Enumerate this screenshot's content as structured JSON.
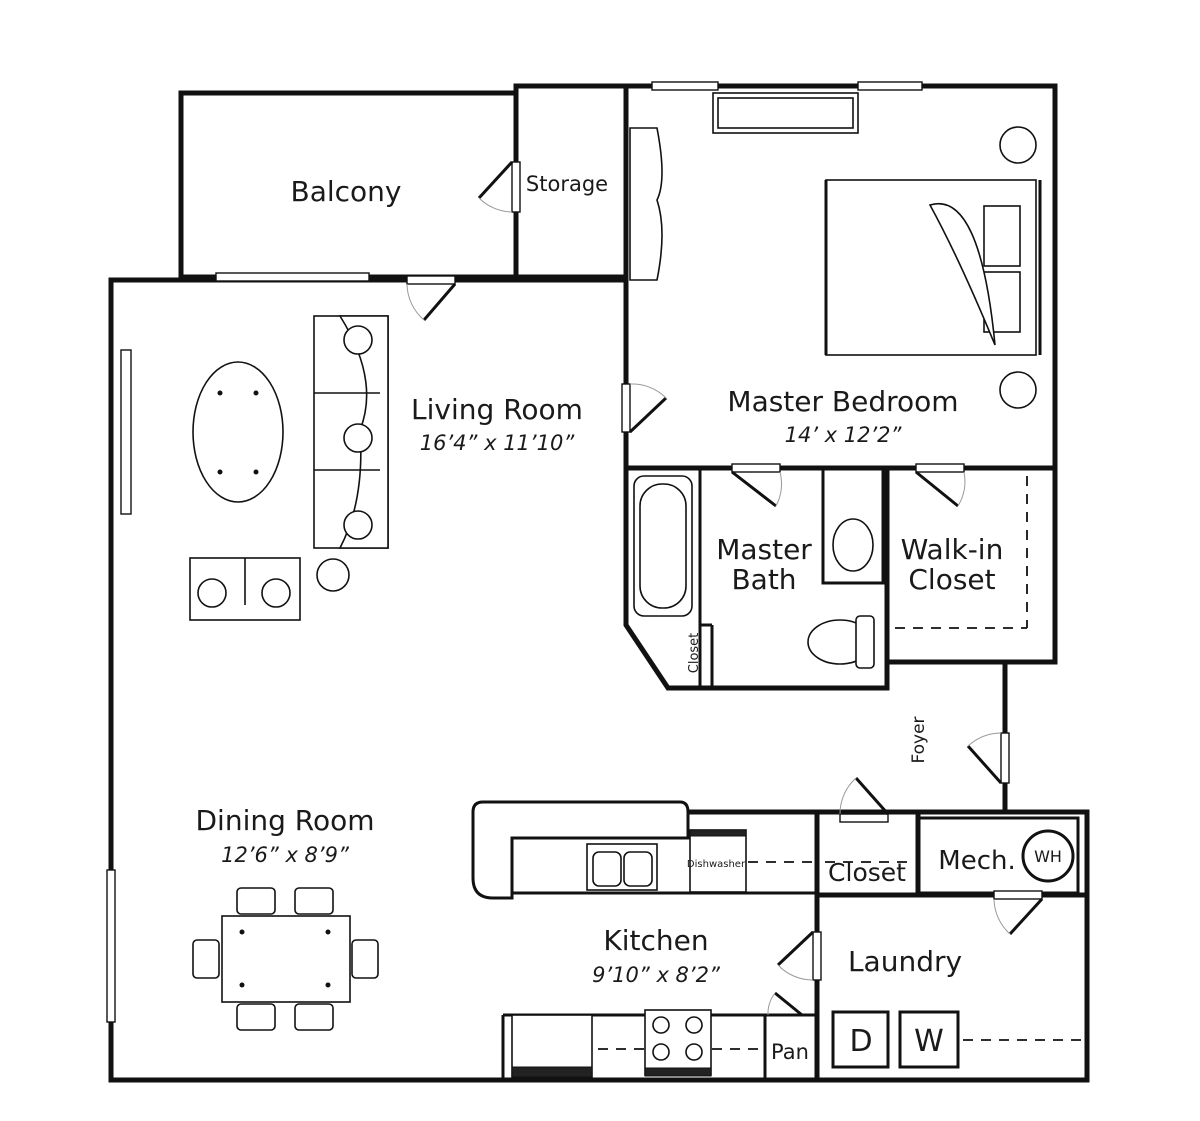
{
  "rooms": {
    "balcony": "Balcony",
    "storage": "Storage",
    "living_room": "Living Room",
    "living_room_dim": "16’4” x 11’10”",
    "master_bedroom": "Master Bedroom",
    "master_bedroom_dim": "14’ x 12’2”",
    "master_bath_line1": "Master",
    "master_bath_line2": "Bath",
    "walkin_closet_line1": "Walk-in",
    "walkin_closet_line2": "Closet",
    "bath_closet": "Closet",
    "foyer": "Foyer",
    "dining_room": "Dining Room",
    "dining_room_dim": "12’6” x 8’9”",
    "closet": "Closet",
    "mech": "Mech.",
    "water_heater": "WH",
    "dishwasher": "Dishwasher",
    "kitchen": "Kitchen",
    "kitchen_dim": "9’10” x 8’2”",
    "laundry": "Laundry",
    "pantry": "Pan",
    "dryer": "D",
    "washer": "W"
  }
}
